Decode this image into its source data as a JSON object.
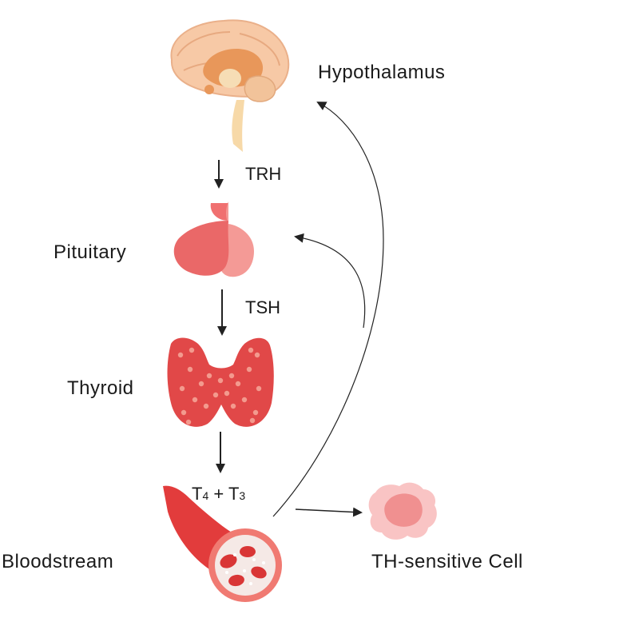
{
  "labels": {
    "hypothalamus": "Hypothalamus",
    "pituitary": "Pituitary",
    "thyroid": "Thyroid",
    "bloodstream": "Bloodstream",
    "cell": "TH-sensitive Cell"
  },
  "hormones": {
    "trh": "TRH",
    "tsh": "TSH",
    "t4_base": "T",
    "t4_sub": "4",
    "plus": " + ",
    "t3_base": "T",
    "t3_sub": "3"
  },
  "icons": {
    "brain": "brain-icon",
    "pituitary": "pituitary-gland-icon",
    "thyroid": "thyroid-gland-icon",
    "blood_vessel": "blood-vessel-icon",
    "cell": "cell-icon"
  },
  "colors": {
    "arrow": "#222222",
    "thyroid": "#e14848",
    "pituitary": "#f07070",
    "brain_outer": "#f7c9a6",
    "brain_inner": "#e8975a",
    "vessel": "#e23c3c",
    "cell": "#f9b7b7"
  }
}
